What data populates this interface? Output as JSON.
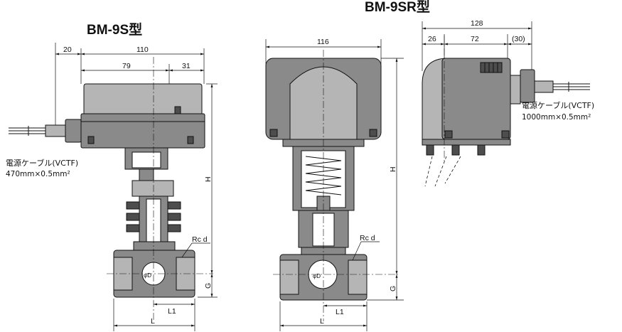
{
  "titles": {
    "left": "BM-9S型",
    "right": "BM-9SR型"
  },
  "left_view": {
    "dim_total_width": "110",
    "dim_cable_offset": "20",
    "dim_left_part": "79",
    "dim_right_part": "31",
    "dim_height": "H",
    "dim_g": "G",
    "dim_l": "L",
    "dim_l1": "L1",
    "port_label": "Rc d",
    "bore_label": "φD",
    "cable_line1": "電源ケーブル(VCTF)",
    "cable_line2": "470mm×0.5mm²"
  },
  "center_view": {
    "dim_width": "116",
    "dim_height": "H",
    "dim_g": "G",
    "dim_l": "L",
    "dim_l1": "L1",
    "port_label": "Rc d",
    "bore_label": "φD"
  },
  "right_view": {
    "dim_total_width": "128",
    "dim_a": "26",
    "dim_b": "72",
    "dim_c": "(30)",
    "cable_line1": "電源ケーブル(VCTF)",
    "cable_line2": "1000mm×0.5mm²"
  }
}
